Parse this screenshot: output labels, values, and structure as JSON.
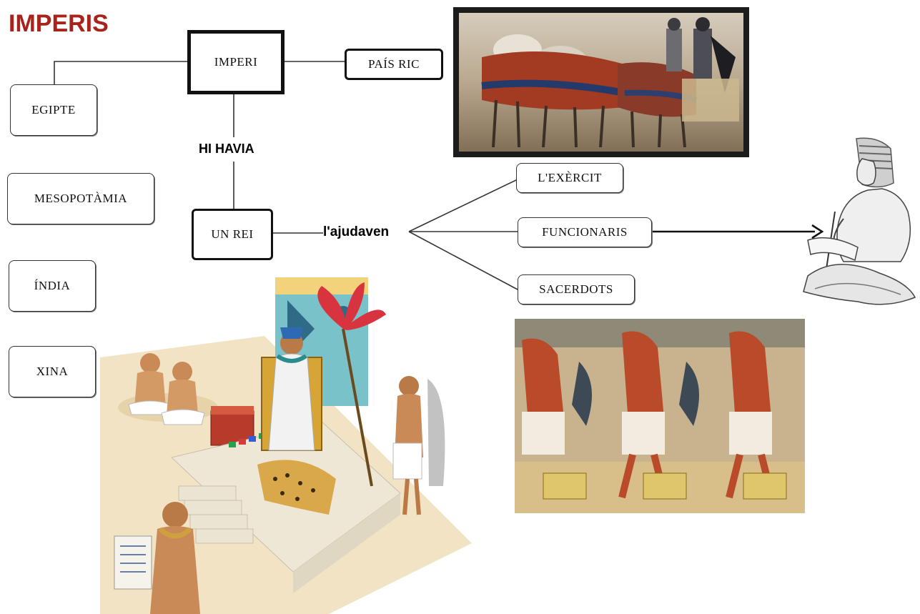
{
  "title": "IMPERIS",
  "center": {
    "imperi": "IMPERI",
    "hi_havia": "HI HAVIA",
    "un_rei": "UN REI",
    "ajudaven": "l'ajudaven",
    "pais_ric": "PAÍS RIC"
  },
  "empires": [
    "EGIPTE",
    "MESOPOTÀMIA",
    "ÍNDIA",
    "XINA"
  ],
  "helpers": [
    "L'EXÈRCIT",
    "FUNCIONARIS",
    "SACERDOTS"
  ],
  "illustrations": {
    "chariots": "war-chariots-photo",
    "scribe": "seated-scribe-drawing",
    "pharaoh": "pharaoh-throne-illustration",
    "fresco": "egyptian-priests-fresco"
  }
}
